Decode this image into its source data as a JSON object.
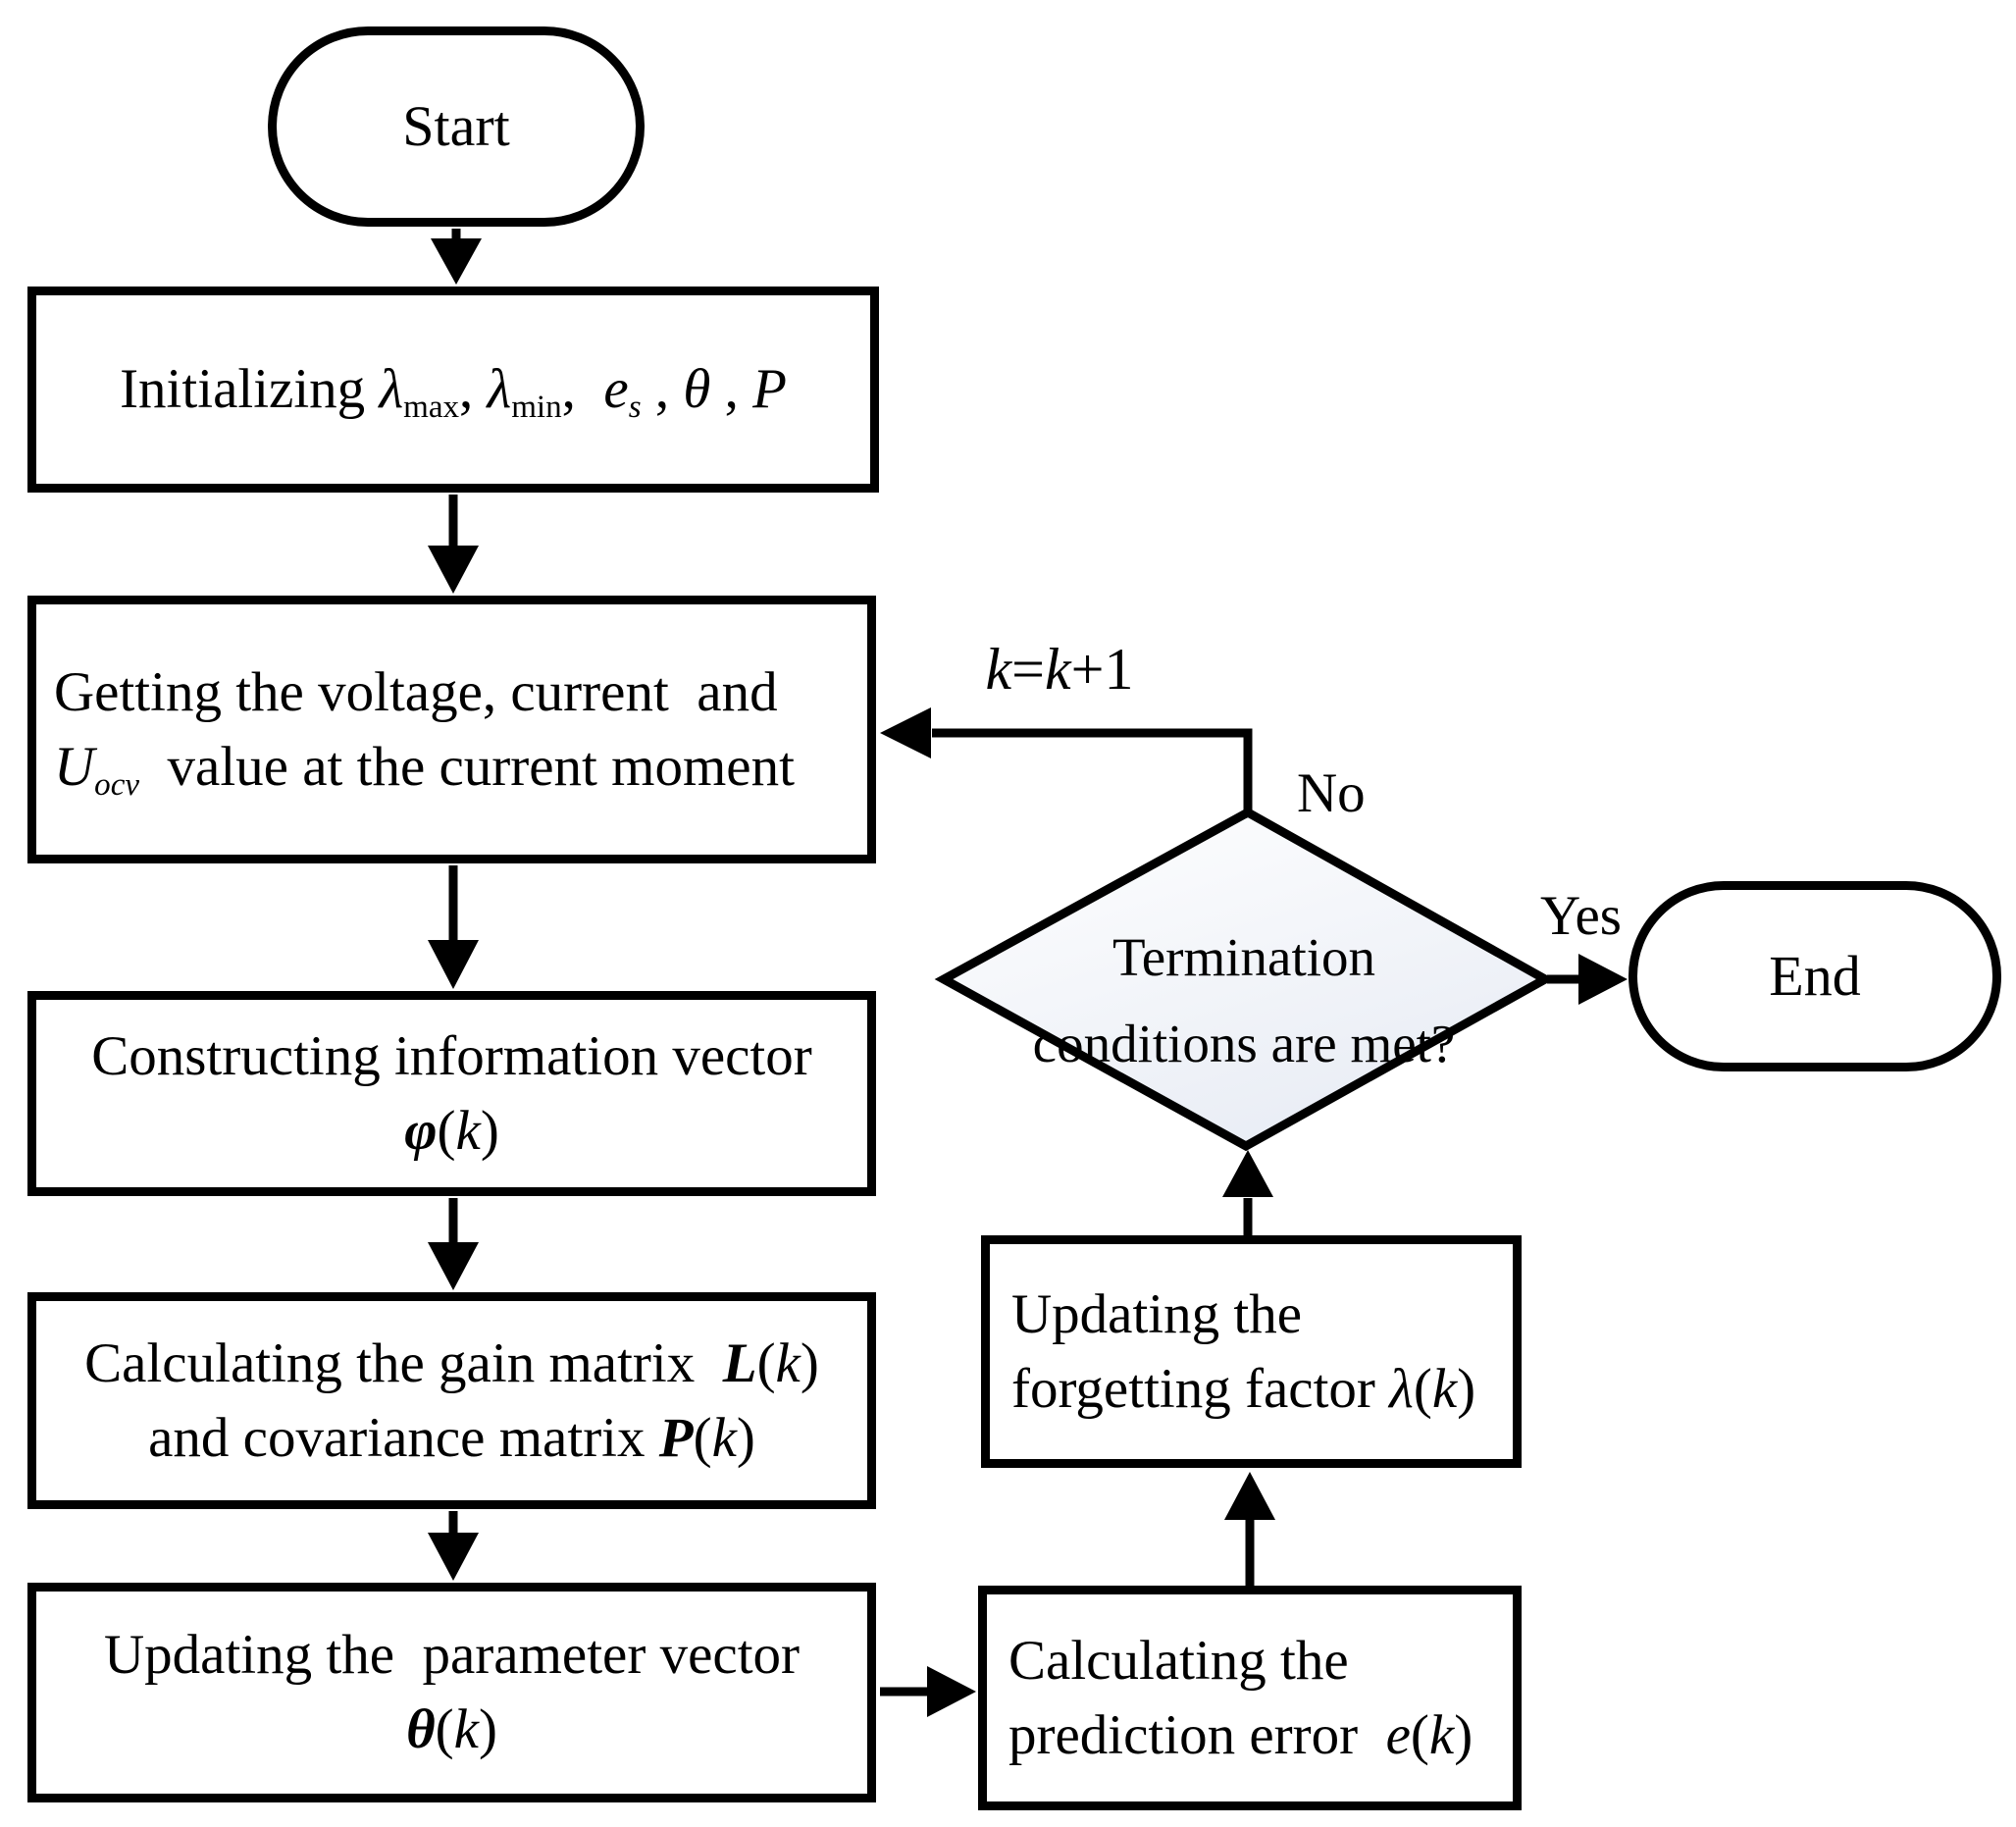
{
  "nodes": {
    "start": {
      "label": "Start"
    },
    "init": {
      "parts": [
        {
          "t": "Initializing "
        },
        {
          "t": "λ",
          "c": "i"
        },
        {
          "t": "max",
          "c": "sub"
        },
        {
          "t": ", "
        },
        {
          "t": "λ",
          "c": "i"
        },
        {
          "t": "min",
          "c": "sub"
        },
        {
          "t": ",  "
        },
        {
          "t": "e",
          "c": "i"
        },
        {
          "t": "s",
          "c": "sub i"
        },
        {
          "t": " , "
        },
        {
          "t": "θ",
          "c": "i"
        },
        {
          "t": " , "
        },
        {
          "t": "P",
          "c": "i"
        }
      ]
    },
    "acquire": {
      "line1": [
        {
          "t": "Getting the voltage, current  and"
        }
      ],
      "line2": [
        {
          "t": "U",
          "c": "i"
        },
        {
          "t": "ocv",
          "c": "sub i"
        },
        {
          "t": "  value at the current moment"
        }
      ]
    },
    "info_vector": {
      "line1": [
        {
          "t": "Constructing information vector"
        }
      ],
      "line2": [
        {
          "t": "φ",
          "c": "b"
        },
        {
          "t": "("
        },
        {
          "t": "k",
          "c": "i"
        },
        {
          "t": ")"
        }
      ]
    },
    "gain_covariance": {
      "line1": [
        {
          "t": "Calculating the gain matrix  "
        },
        {
          "t": "L",
          "c": "b"
        },
        {
          "t": "("
        },
        {
          "t": "k",
          "c": "i"
        },
        {
          "t": ")"
        }
      ],
      "line2": [
        {
          "t": "and covariance matrix "
        },
        {
          "t": "P",
          "c": "b"
        },
        {
          "t": "("
        },
        {
          "t": "k",
          "c": "i"
        },
        {
          "t": ")"
        }
      ]
    },
    "param_update": {
      "line1": [
        {
          "t": "Updating the  parameter vector"
        }
      ],
      "line2": [
        {
          "t": "θ",
          "c": "b"
        },
        {
          "t": "("
        },
        {
          "t": "k",
          "c": "i"
        },
        {
          "t": ")"
        }
      ]
    },
    "prediction_error": {
      "line1": [
        {
          "t": "Calculating the"
        }
      ],
      "line2": [
        {
          "t": "prediction error  "
        },
        {
          "t": "e",
          "c": "i"
        },
        {
          "t": "("
        },
        {
          "t": "k",
          "c": "i"
        },
        {
          "t": ")"
        }
      ]
    },
    "forgetting_factor": {
      "line1": [
        {
          "t": "Updating the"
        }
      ],
      "line2": [
        {
          "t": "forgetting factor "
        },
        {
          "t": "λ",
          "c": "i"
        },
        {
          "t": "("
        },
        {
          "t": "k",
          "c": "i"
        },
        {
          "t": ")"
        }
      ]
    },
    "decision": {
      "line1": "Termination",
      "line2": "conditions are met?"
    },
    "end": {
      "label": "End"
    }
  },
  "edges": {
    "no_label": "No",
    "yes_label": "Yes",
    "increment_parts": [
      {
        "t": "k",
        "c": "i"
      },
      {
        "t": "="
      },
      {
        "t": "k",
        "c": "i"
      },
      {
        "t": "+1"
      }
    ]
  },
  "colors": {
    "stroke": "#000000",
    "background": "#ffffff",
    "diamond_fill_light": "#ffffff",
    "diamond_fill_shade": "#e9edf5"
  }
}
